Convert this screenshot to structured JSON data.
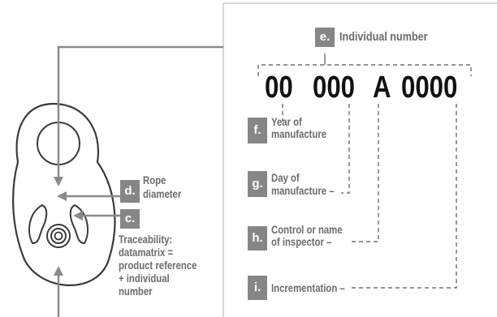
{
  "title_badge": {
    "letter": "e.",
    "label": "Individual number"
  },
  "code": {
    "part1": "00",
    "part2": "000",
    "part3": "A",
    "part4": "0000"
  },
  "callouts": [
    {
      "letter": "f.",
      "lines": [
        "Year of",
        "manufacture"
      ]
    },
    {
      "letter": "g.",
      "lines": [
        "Day of",
        "manufacture –"
      ]
    },
    {
      "letter": "h.",
      "lines": [
        "Control or name",
        "of inspector –"
      ]
    },
    {
      "letter": "i.",
      "lines": [
        "Incrementation –"
      ]
    }
  ],
  "pulley_labels": {
    "d": {
      "letter": "d.",
      "lines": [
        "Rope",
        "diameter"
      ]
    },
    "c": {
      "letter": "c.",
      "lines": [
        "Traceability:",
        "datamatrix =",
        "product reference",
        "+ individual",
        "number"
      ]
    }
  },
  "colors": {
    "badge": "#868686",
    "text": "#6b6b6b",
    "line": "#8a8a8a",
    "code": "#111111"
  }
}
